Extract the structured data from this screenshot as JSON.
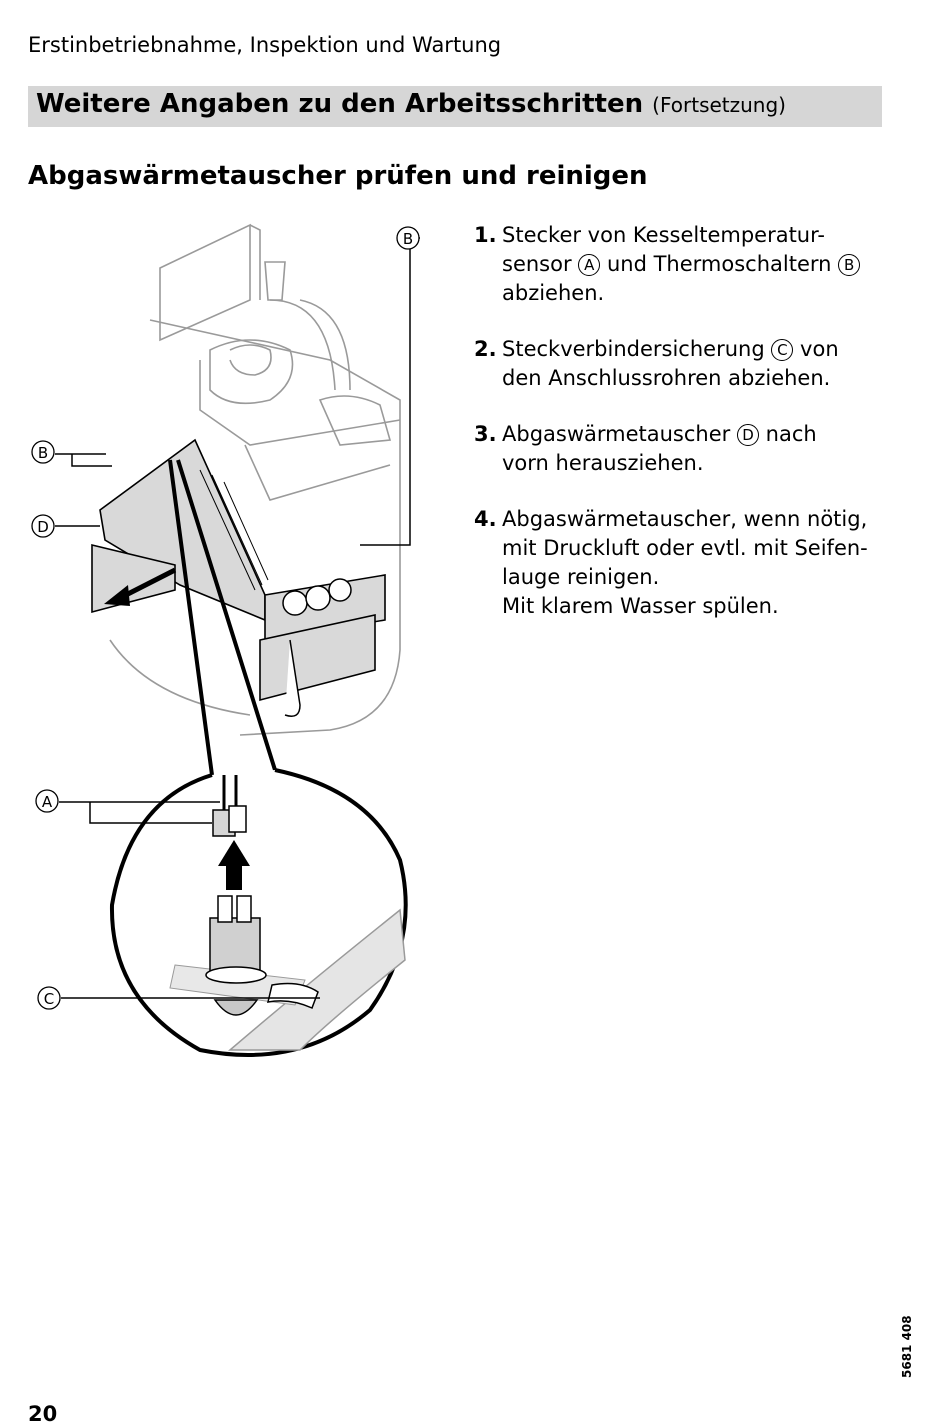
{
  "header": {
    "running_head": "Erstinbetriebnahme, Inspektion und Wartung"
  },
  "section": {
    "title": "Weitere Angaben zu den Arbeitsschritten",
    "continuation": "(Fortsetzung)"
  },
  "subheading": "Abgaswärmetauscher prüfen und reinigen",
  "figure": {
    "callouts": {
      "a": "A",
      "b": "B",
      "c": "C",
      "d": "D"
    }
  },
  "steps": [
    {
      "number": "1.",
      "text_1": "Stecker von Kesseltemperatur-",
      "text_2": "sensor",
      "mark_1": "A",
      "text_3": "und Thermoschaltern",
      "mark_2": "B",
      "text_4": "abziehen."
    },
    {
      "number": "2.",
      "text_1": "Steckverbindersicherung",
      "mark_1": "C",
      "text_2": "von",
      "text_3": "den Anschlussrohren abziehen."
    },
    {
      "number": "3.",
      "text_1": "Abgaswärmetauscher",
      "mark_1": "D",
      "text_2": "nach",
      "text_3": "vorn herausziehen."
    },
    {
      "number": "4.",
      "text_1": "Abgaswärmetauscher, wenn nötig,",
      "text_2": "mit Druckluft oder evtl. mit Seifen-",
      "text_3": "lauge reinigen.",
      "text_4": "Mit klarem Wasser spülen."
    }
  ],
  "footer": {
    "doc_number": "5681 408",
    "page_number": "20"
  }
}
